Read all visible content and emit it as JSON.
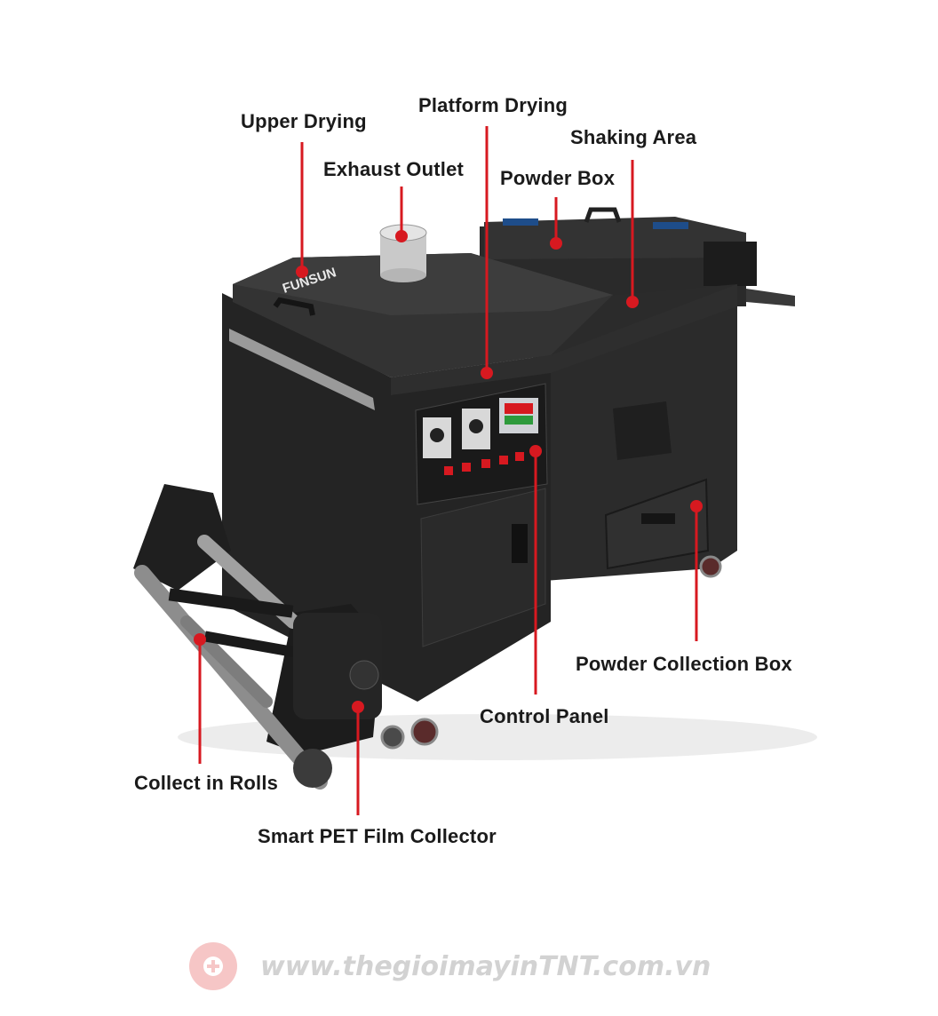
{
  "labels": {
    "upper_drying": "Upper Drying",
    "platform_drying": "Platform Drying",
    "shaking_area": "Shaking Area",
    "exhaust_outlet": "Exhaust Outlet",
    "powder_box": "Powder Box",
    "powder_collection_box": "Powder Collection Box",
    "control_panel": "Control Panel",
    "collect_in_rolls": "Collect in Rolls",
    "smart_pet_film_collector": "Smart PET Film Collector"
  },
  "machine_brand": "FUNSUN",
  "watermark": {
    "text": "www.thegioimayinTNT.com.vn",
    "icon": "plus-badge-icon"
  },
  "colors": {
    "callout_red": "#d71920",
    "machine_black": "#262626",
    "watermark_pink": "#f6c6c6"
  }
}
